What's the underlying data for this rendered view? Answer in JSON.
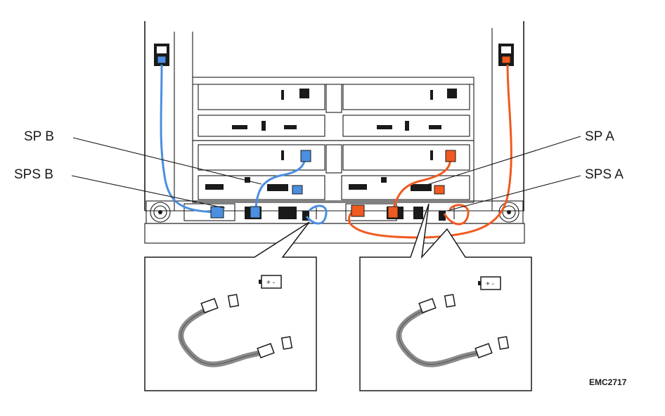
{
  "labels": {
    "sp_b": "SP B",
    "sps_b": "SPS B",
    "sp_a": "SP A",
    "sps_a": "SPS A",
    "figure_id": "EMC2717",
    "battery_symbol": "+ -"
  },
  "colors": {
    "cable_b": "#4a8fe0",
    "cable_a": "#f05a20",
    "sense_cable": "#8a8a8a",
    "line": "#1a1a1a",
    "background": "#ffffff"
  },
  "icons": [
    "power-outlet-icon",
    "battery-icon",
    "connector-icon",
    "fan-icon"
  ]
}
